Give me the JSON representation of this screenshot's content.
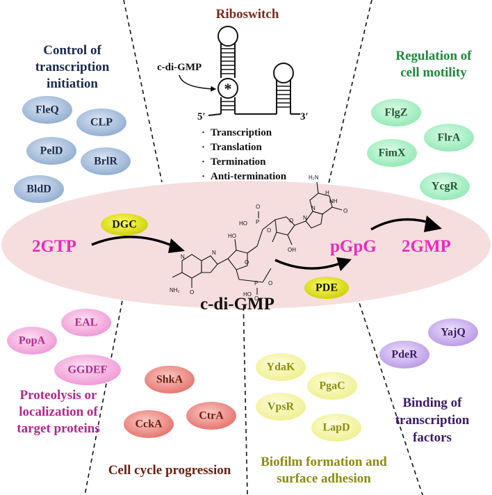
{
  "riboswitch": {
    "title": "Riboswitch",
    "ligand_label": "c-di-GMP",
    "star": "*",
    "five_prime": "5′",
    "three_prime": "3′",
    "functions": [
      "Transcription",
      "Translation",
      "Termination",
      "Anti-termination"
    ]
  },
  "transcription_control": {
    "title_lines": [
      "Control of",
      "transcription",
      "initiation"
    ],
    "proteins": [
      "FleQ",
      "CLP",
      "PelD",
      "BrlR",
      "BldD"
    ]
  },
  "motility": {
    "title_lines": [
      "Regulation of",
      "cell motility"
    ],
    "proteins": [
      "FlgZ",
      "FlrA",
      "FimX",
      "YcgR"
    ]
  },
  "pathway": {
    "substrate": "2GTP",
    "synthase": "DGC",
    "product": "c-di-GMP",
    "hydrolase": "PDE",
    "intermediate": "pGpG",
    "end_product": "2GMP"
  },
  "structure_labels": {
    "ho": "HO",
    "oh": "OH",
    "o": "O",
    "p": "P",
    "n": "N",
    "h2n": "H₂N",
    "nh2": "NH₂",
    "nh": "NH",
    "h": "H"
  },
  "proteolysis": {
    "title_lines": [
      "Proteolysis or",
      "localization of",
      "target proteins"
    ],
    "proteins": [
      "EAL",
      "PopA",
      "GGDEF"
    ]
  },
  "cell_cycle": {
    "title": "Cell cycle progression",
    "proteins": [
      "ShkA",
      "CtrA",
      "CckA"
    ]
  },
  "biofilm": {
    "title_lines": [
      "Biofilm formation and",
      "surface adhesion"
    ],
    "proteins": [
      "YdaK",
      "PgaC",
      "VpsR",
      "LapD"
    ]
  },
  "transcription_factors": {
    "title_lines": [
      "Binding of",
      "transcription",
      "factors"
    ],
    "proteins": [
      "YajQ",
      "PdeR"
    ]
  },
  "colors": {
    "band": "#f6dede",
    "blue_fill": "#a9bfdc",
    "green_fill": "#a8efc4",
    "pink_fill": "#f4b0df",
    "red_fill": "#ef8c86",
    "yellow_fill": "#f4f4a2",
    "purple_fill": "#cdb3ee",
    "enzyme_fill": "#e4e400",
    "magenta_text": "#ec2aba",
    "navy_text": "#1b2a4f",
    "green_text": "#1c8a3a",
    "pink_title": "#b5268d",
    "brown_text": "#6b1e12",
    "olive_text": "#8c8c10",
    "purple_text": "#3a1a6a",
    "riboswitch_title": "#7a2a1c"
  }
}
